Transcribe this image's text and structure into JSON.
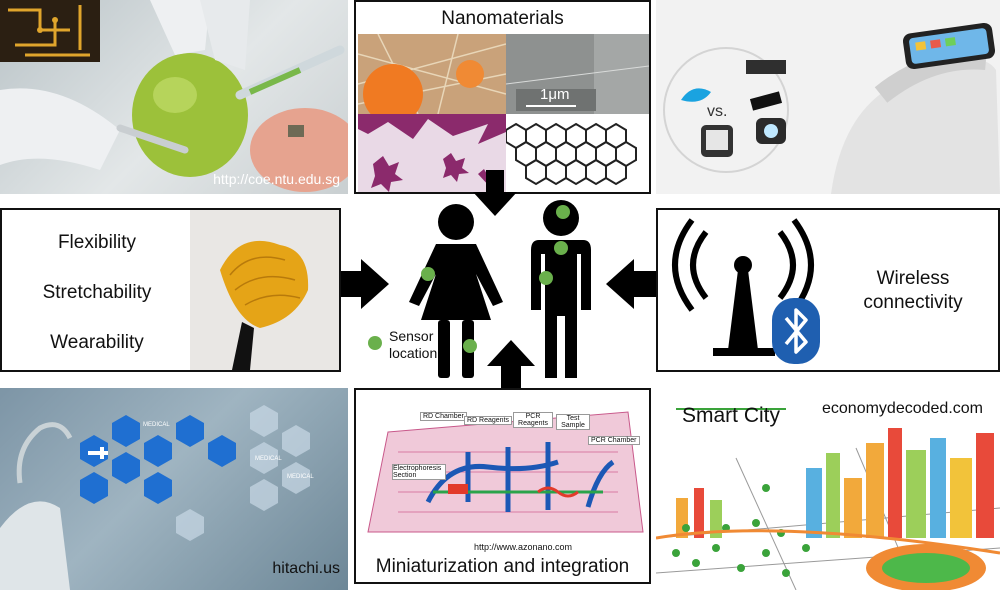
{
  "panels": {
    "electronics": {
      "credit": "http://coe.ntu.edu.sg"
    },
    "nanomaterials": {
      "title": "Nanomaterials",
      "scale_label": "1μm"
    },
    "wearables": {
      "vs_label": "vs."
    },
    "flex": {
      "items": [
        "Flexibility",
        "Stretchability",
        "Wearability"
      ]
    },
    "wireless": {
      "line1": "Wireless",
      "line2": "connectivity"
    },
    "medical": {
      "credit": "hitachi.us",
      "hex_label_1": "MEDICAL",
      "hex_label_2": "MEDICAL",
      "hex_label_3": "MEDICAL"
    },
    "miniaturization": {
      "title": "Miniaturization and integration",
      "credit": "http://www.azonano.com",
      "chip_labels": [
        "RD Chamber",
        "RD Reagents",
        "PCR Reagents",
        "Test Sample",
        "PCR Chamber",
        "Electrophoresis Section"
      ]
    },
    "smartcity": {
      "title": "Smart City",
      "credit": "economydecoded.com"
    }
  },
  "legend": {
    "line1": "Sensor",
    "line2": "location"
  },
  "colors": {
    "sensor": "#6ab04c",
    "arrow": "#000000",
    "bluetooth": "#1f5fb0",
    "silhouette": "#000000"
  }
}
